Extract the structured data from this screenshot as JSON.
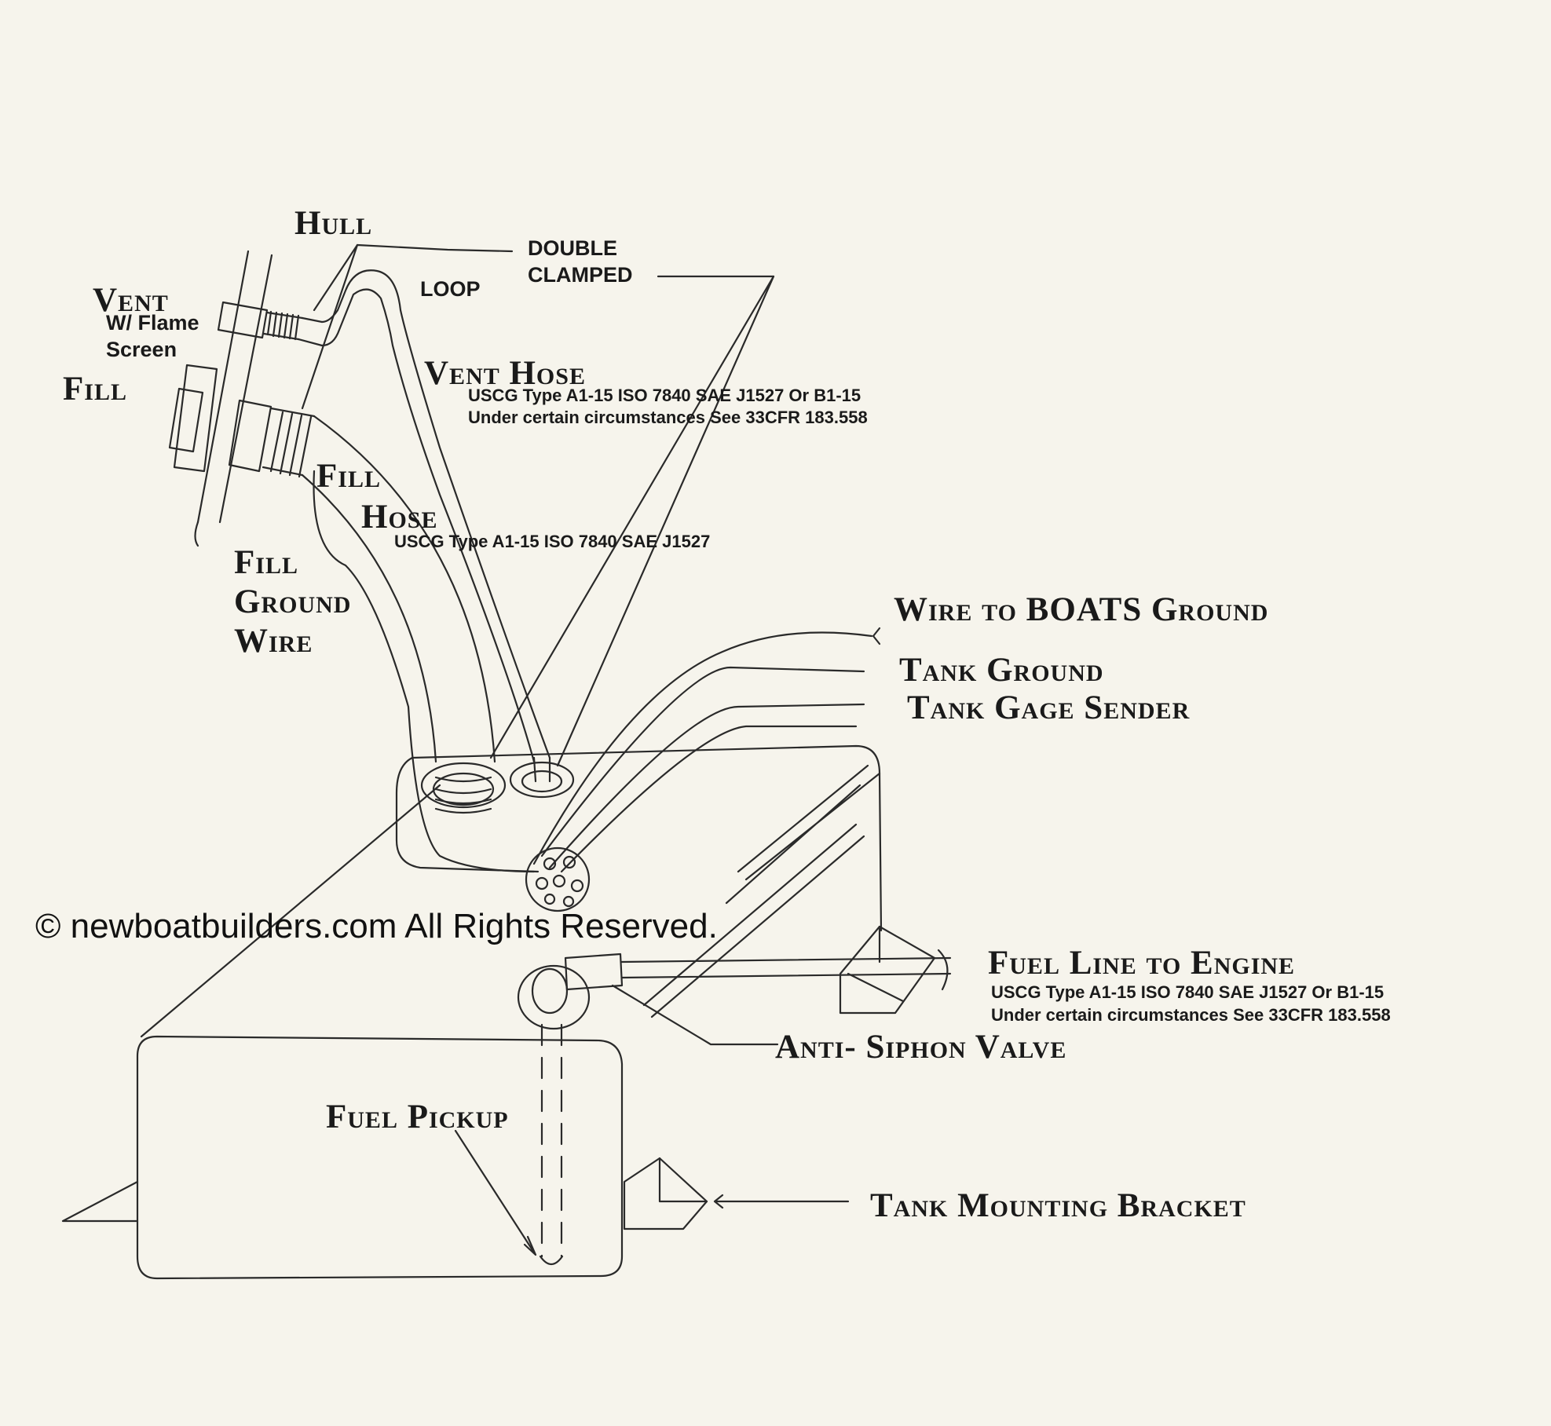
{
  "labels": {
    "hull": "Hull",
    "vent": "Vent",
    "vent_sub1": "W/ Flame",
    "vent_sub2": "Screen",
    "fill": "Fill",
    "double": "DOUBLE",
    "clamped": "CLAMPED",
    "loop": "LOOP",
    "vent_hose": "Vent Hose",
    "vent_hose_spec1": "USCG Type A1-15 ISO 7840 SAE J1527 Or B1-15",
    "vent_hose_spec2": "Under certain circumstances See 33CFR 183.558",
    "fill_hose_1": "Fill",
    "fill_hose_2": "Hose",
    "fill_hose_spec": "USCG Type A1-15   ISO 7840     SAE J1527",
    "fill_ground_1": "Fill",
    "fill_ground_2": "Ground",
    "fill_ground_3": "Wire",
    "wire_to_ground": "Wire to BOATS Ground",
    "tank_ground": "Tank Ground",
    "tank_gage_sender": "Tank Gage Sender",
    "copyright": "© newboatbuilders.com    All Rights Reserved.",
    "fuel_line": "Fuel Line to Engine",
    "fuel_line_spec1": "USCG Type A1-15 ISO 7840 SAE J1527 Or B1-15",
    "fuel_line_spec2": "Under certain circumstances See 33CFR 183.558",
    "anti_siphon": "Anti- Siphon Valve",
    "fuel_pickup": "Fuel Pickup",
    "mounting_bracket": "Tank Mounting Bracket"
  },
  "colors": {
    "paper": "#f6f4ec",
    "ink": "#1a1a1a"
  }
}
